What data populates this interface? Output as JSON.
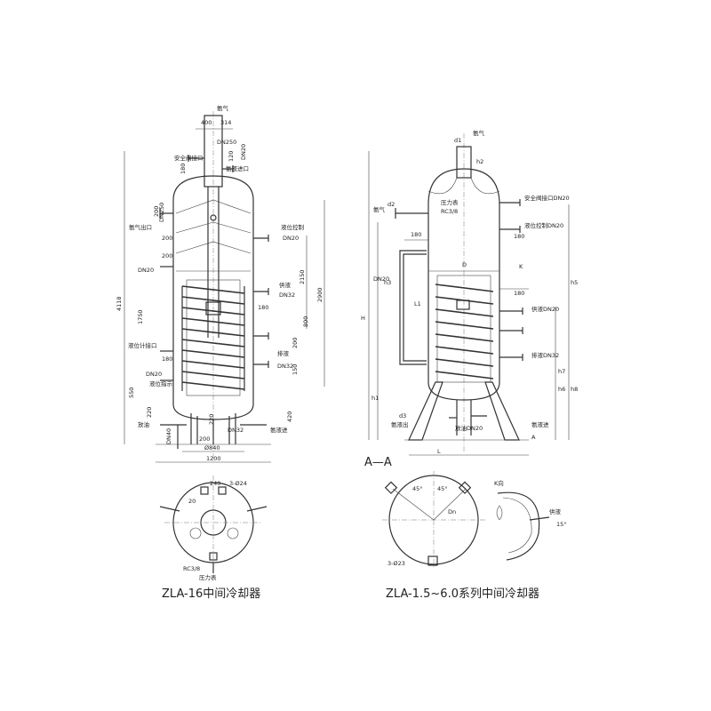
{
  "left": {
    "caption": "ZLA-16中间冷却器",
    "labels": {
      "ammonia_gas": "氨气",
      "safety_valve": "安全阀接口",
      "dn250": "DN250",
      "dn20_top": "DN20",
      "liquid_inlet": "氨液进口",
      "dn250_side": "DN250",
      "gas_outlet": "氨气出口",
      "level_ctrl": "液位控制",
      "dn20_level": "DN20",
      "dn20_left": "DN20",
      "supply": "供液",
      "dn32_supply": "DN32",
      "level_port": "液位计接口",
      "dn20_lp": "DN20",
      "level_ind": "液位指示",
      "drain": "排液",
      "dn32_drain": "DN32",
      "dn40": "DN40",
      "liquid_in_bottom": "氨液进",
      "dn32_bottom": "DN32",
      "oil_drain": "放油",
      "rc38": "RC3/8",
      "pressure_gauge": "压力表",
      "three_phi24": "3-Ø24"
    },
    "dims": {
      "d400": "400",
      "d314": "314",
      "d120": "120",
      "d180a": "180",
      "d200a": "200",
      "d200b": "200",
      "d200c": "200",
      "d2150": "2150",
      "d2900": "2900",
      "d1750": "1750",
      "d800": "800",
      "d180b": "180",
      "d180c": "180",
      "d200d": "200",
      "d150": "150",
      "d4118": "4118",
      "d550": "550",
      "d220a": "220",
      "d220b": "220",
      "d420": "420",
      "d200e": "200",
      "d840": "Ø840",
      "d1200": "1200",
      "d240": "240",
      "d20": "20"
    }
  },
  "right": {
    "caption": "ZLA-1.5~6.0系列中间冷却器",
    "section": "A—A",
    "labels": {
      "ammonia_gas": "氨气",
      "d1": "d1",
      "h2": "h2",
      "safety_valve": "安全阀接口DN20",
      "ammonia_gas_left": "氨气",
      "d2": "d2",
      "pressure_gauge": "压力表",
      "rc38": "RC3/8",
      "level_ctrl": "液位控制DN20",
      "dn20_left": "DN20",
      "D": "D",
      "K": "K",
      "supply": "供液DN20",
      "drain": "排液DN32",
      "d3": "d3",
      "liquid_out": "氨液出",
      "liquid_in": "氨液进",
      "oil_drain": "放油DN20",
      "A": "A",
      "H": "H",
      "h1": "h1",
      "h3": "h3",
      "h5": "h5",
      "h6": "h6",
      "h7": "h7",
      "h8": "h8",
      "L": "L",
      "L1": "L1",
      "Dn": "Dn",
      "three_phi23": "3-Ø23",
      "k_view": "K向",
      "supply_k": "供液",
      "ang45a": "45°",
      "ang45b": "45°",
      "ang15": "15°"
    },
    "dims": {
      "d180a": "180",
      "d180b": "180",
      "d180c": "180"
    }
  }
}
